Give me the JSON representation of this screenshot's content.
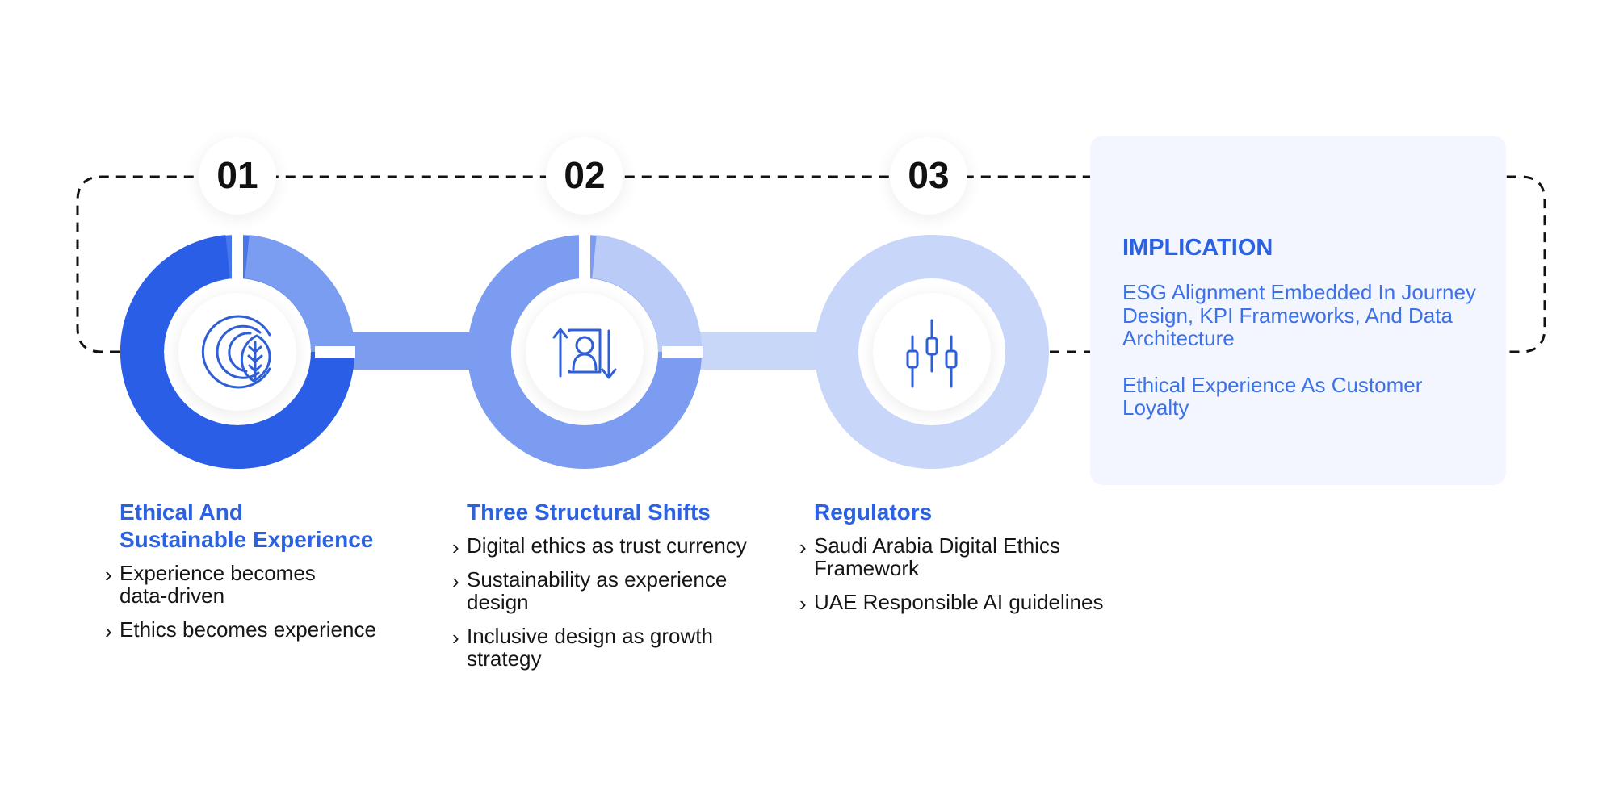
{
  "steps": [
    {
      "number": "01",
      "icon": "eco-leaf-icon",
      "ring_color": "#2f63e8",
      "title": "Ethical And\nSustainable Experience",
      "bullets": [
        "Experience becomes data-driven",
        "Ethics becomes experience"
      ]
    },
    {
      "number": "02",
      "icon": "person-transition-icon",
      "ring_color": "#799bf0",
      "title": "Three Structural Shifts",
      "bullets": [
        "Digital ethics as trust currency",
        "Sustainability as experience design",
        "Inclusive design as growth strategy"
      ]
    },
    {
      "number": "03",
      "icon": "sliders-icon",
      "ring_color": "#c8d6f9",
      "title": "Regulators",
      "bullets": [
        "Saudi Arabia Digital Ethics Framework",
        "UAE Responsible AI guidelines"
      ]
    }
  ],
  "implication": {
    "title": "IMPLICATION",
    "items": [
      "ESG Alignment Embedded In Journey Design, KPI Frameworks, And Data Architecture",
      "Ethical Experience As Customer Loyalty"
    ]
  },
  "colors": {
    "accent": "#2b62e3",
    "connector_1_2": "#7c9cf0",
    "connector_2_3": "#c8d6f8",
    "panel_bg": "#f3f6fe",
    "icon": "#2f5fd6"
  },
  "chevron_glyph": "›"
}
